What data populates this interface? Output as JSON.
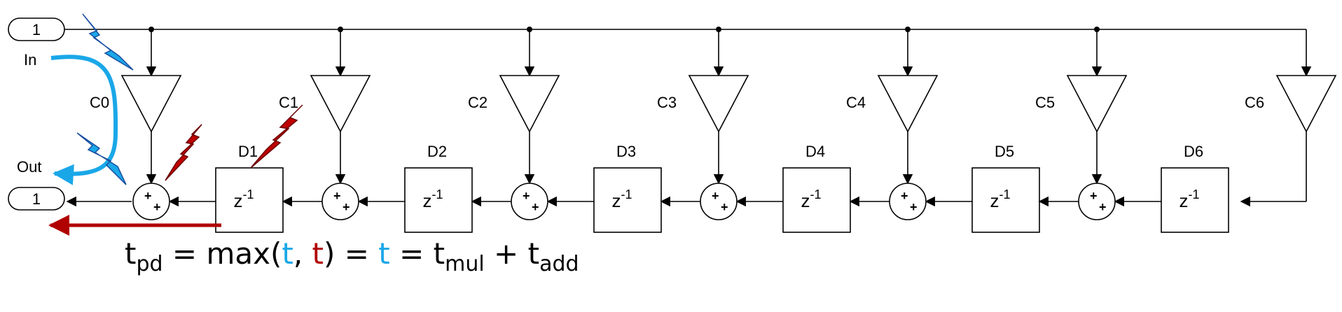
{
  "ports": {
    "in_value": "1",
    "in_label": "In",
    "out_value": "1",
    "out_label": "Out"
  },
  "gains": [
    "C0",
    "C1",
    "C2",
    "C3",
    "C4",
    "C5",
    "C6"
  ],
  "delays": [
    "D1",
    "D2",
    "D3",
    "D4",
    "D5",
    "D6"
  ],
  "delay_block_text": {
    "base": "z",
    "exp": "-1"
  },
  "adder_signs": "+ +",
  "formula": {
    "t": "t",
    "pd": "pd",
    "eq1": " = max(",
    "comma": ", ",
    "close": ") = ",
    "eq2": " = ",
    "mul": "mul",
    "plus": " + ",
    "add": "add"
  },
  "colors": {
    "blue_path": "#1aa7e8",
    "red_path": "#b00000"
  }
}
